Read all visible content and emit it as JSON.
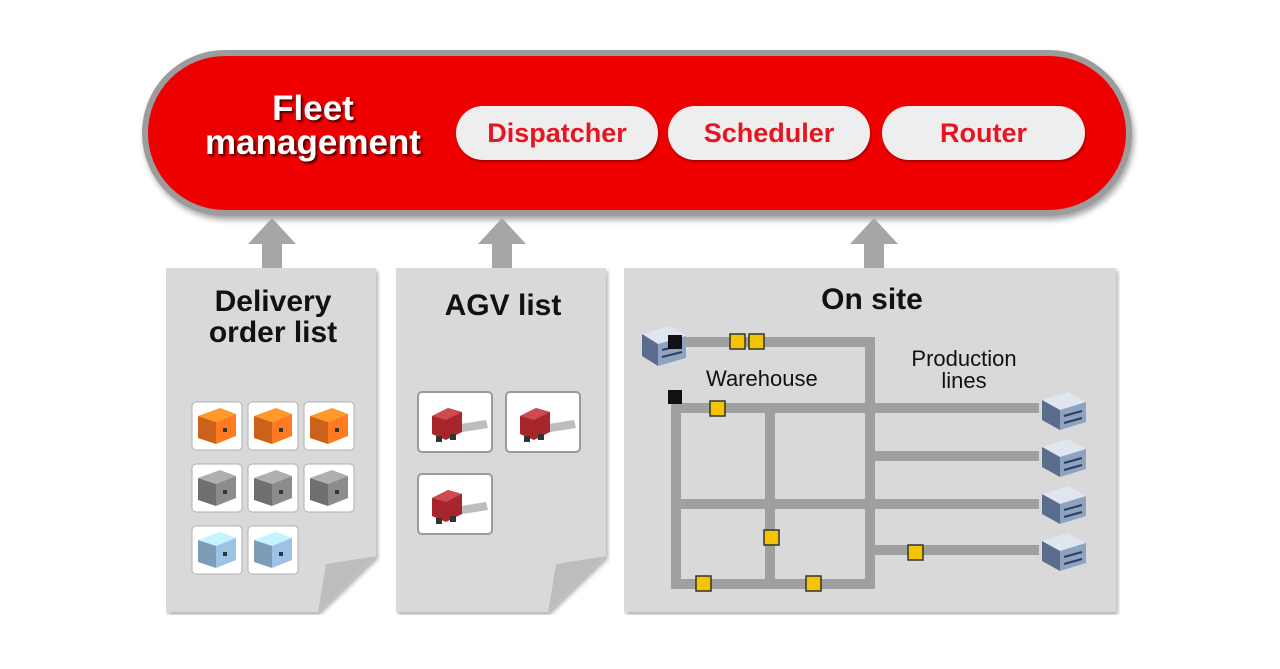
{
  "fleet": {
    "title_line1": "Fleet",
    "title_line2": "management",
    "modules": [
      "Dispatcher",
      "Scheduler",
      "Router"
    ]
  },
  "panels": {
    "delivery": {
      "title_line1": "Delivery",
      "title_line2": "order list"
    },
    "agv": {
      "title": "AGV list"
    },
    "onsite": {
      "title": "On site",
      "warehouse_label": "Warehouse",
      "production_label_line1": "Production",
      "production_label_line2": "lines"
    }
  },
  "colors": {
    "banner_red": "#ef0000",
    "module_text": "#e8141f",
    "panel_gray": "#d9d9d9",
    "arrow_gray": "#a6a6a6",
    "track_gray": "#a0a0a0",
    "agv_yellow": "#f5c400",
    "box_orange": "#ff7a21",
    "box_gray": "#8c8c8c",
    "box_blue": "#9cc3e6"
  },
  "delivery_orders": [
    {
      "status": "orange"
    },
    {
      "status": "orange"
    },
    {
      "status": "orange"
    },
    {
      "status": "gray"
    },
    {
      "status": "gray"
    },
    {
      "status": "gray"
    },
    {
      "status": "blue"
    },
    {
      "status": "blue"
    }
  ],
  "agv_count": 3,
  "production_line_count": 4
}
